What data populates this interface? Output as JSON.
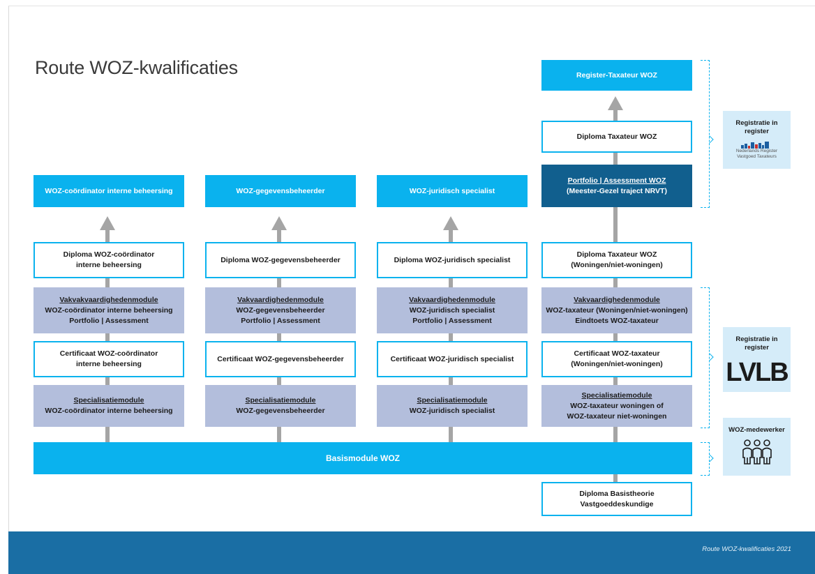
{
  "title": "Route WOZ-kwalificaties",
  "footer": "Route WOZ-kwalificaties 2021",
  "basis": "Basismodule WOZ",
  "bottom": {
    "line1": "Diploma Basistheorie",
    "line2": "Vastgoeddeskundige"
  },
  "col1": {
    "top": "WOZ-coördinator interne beheersing",
    "diploma": {
      "line1": "Diploma WOZ-coördinator",
      "line2": "interne beheersing"
    },
    "vak": {
      "head": "Vakvakvaardighedenmodule",
      "line1": "WOZ-coördinator interne beheersing",
      "line2": "Portfolio | Assessment"
    },
    "cert": {
      "line1": "Certificaat WOZ-coördinator",
      "line2": "interne beheersing"
    },
    "spec": {
      "head": "Specialisatiemodule",
      "line1": "WOZ-coördinator interne beheersing"
    }
  },
  "col2": {
    "top": "WOZ-gegevensbeheerder",
    "diploma": {
      "line1": "Diploma WOZ-gegevensbeheerder"
    },
    "vak": {
      "head": "Vakvaardighedenmodule",
      "line1": "WOZ-gegevensbeheerder",
      "line2": "Portfolio | Assessment"
    },
    "cert": {
      "line1": "Certificaat WOZ-gegevensbeheerder"
    },
    "spec": {
      "head": "Specialisatiemodule",
      "line1": "WOZ-gegevensbeheerder"
    }
  },
  "col3": {
    "top": "WOZ-juridisch specialist",
    "diploma": {
      "line1": "Diploma WOZ-juridisch specialist"
    },
    "vak": {
      "head": "Vakvaardighedenmodule",
      "line1": "WOZ-juridisch specialist",
      "line2": "Portfolio | Assessment"
    },
    "cert": {
      "line1": "Certificaat WOZ-juridisch specialist"
    },
    "spec": {
      "head": "Specialisatiemodule",
      "line1": "WOZ-juridisch specialist"
    }
  },
  "col4": {
    "register": "Register-Taxateur WOZ",
    "diploma_top": "Diploma Taxateur WOZ",
    "portfolio": {
      "line1": "Portfolio | Assessment WOZ",
      "line2": "(Meester-Gezel traject NRVT)"
    },
    "diploma": {
      "line1": "Diploma Taxateur WOZ",
      "line2": "(Woningen/niet-woningen)"
    },
    "vak": {
      "head": "Vakvaardighedenmodule",
      "line1": "WOZ-taxateur (Woningen/niet-woningen)",
      "line2": "Eindtoets WOZ-taxateur"
    },
    "cert": {
      "line1": "Certificaat WOZ-taxateur",
      "line2": "(Woningen/niet-woningen)"
    },
    "spec": {
      "head": "Specialisatiemodule",
      "line1": "WOZ-taxateur woningen of",
      "line2": "WOZ-taxateur niet-woningen"
    }
  },
  "panels": {
    "nrvt": {
      "label1": "Registratie in",
      "label2": "register",
      "logo_line1": "Nederlands Register",
      "logo_line2": "Vastgoed Taxateurs"
    },
    "lvlb": {
      "label1": "Registratie in",
      "label2": "register",
      "logo": "LVLB"
    },
    "medewerker": {
      "label": "WOZ-medewerker"
    }
  },
  "colors": {
    "cyan": "#0ab2ee",
    "navy": "#115f8e",
    "lavender": "#b3bedc",
    "footer": "#1a6ea4",
    "panel": "#d5ecf9",
    "connector": "#a5a5a5"
  }
}
